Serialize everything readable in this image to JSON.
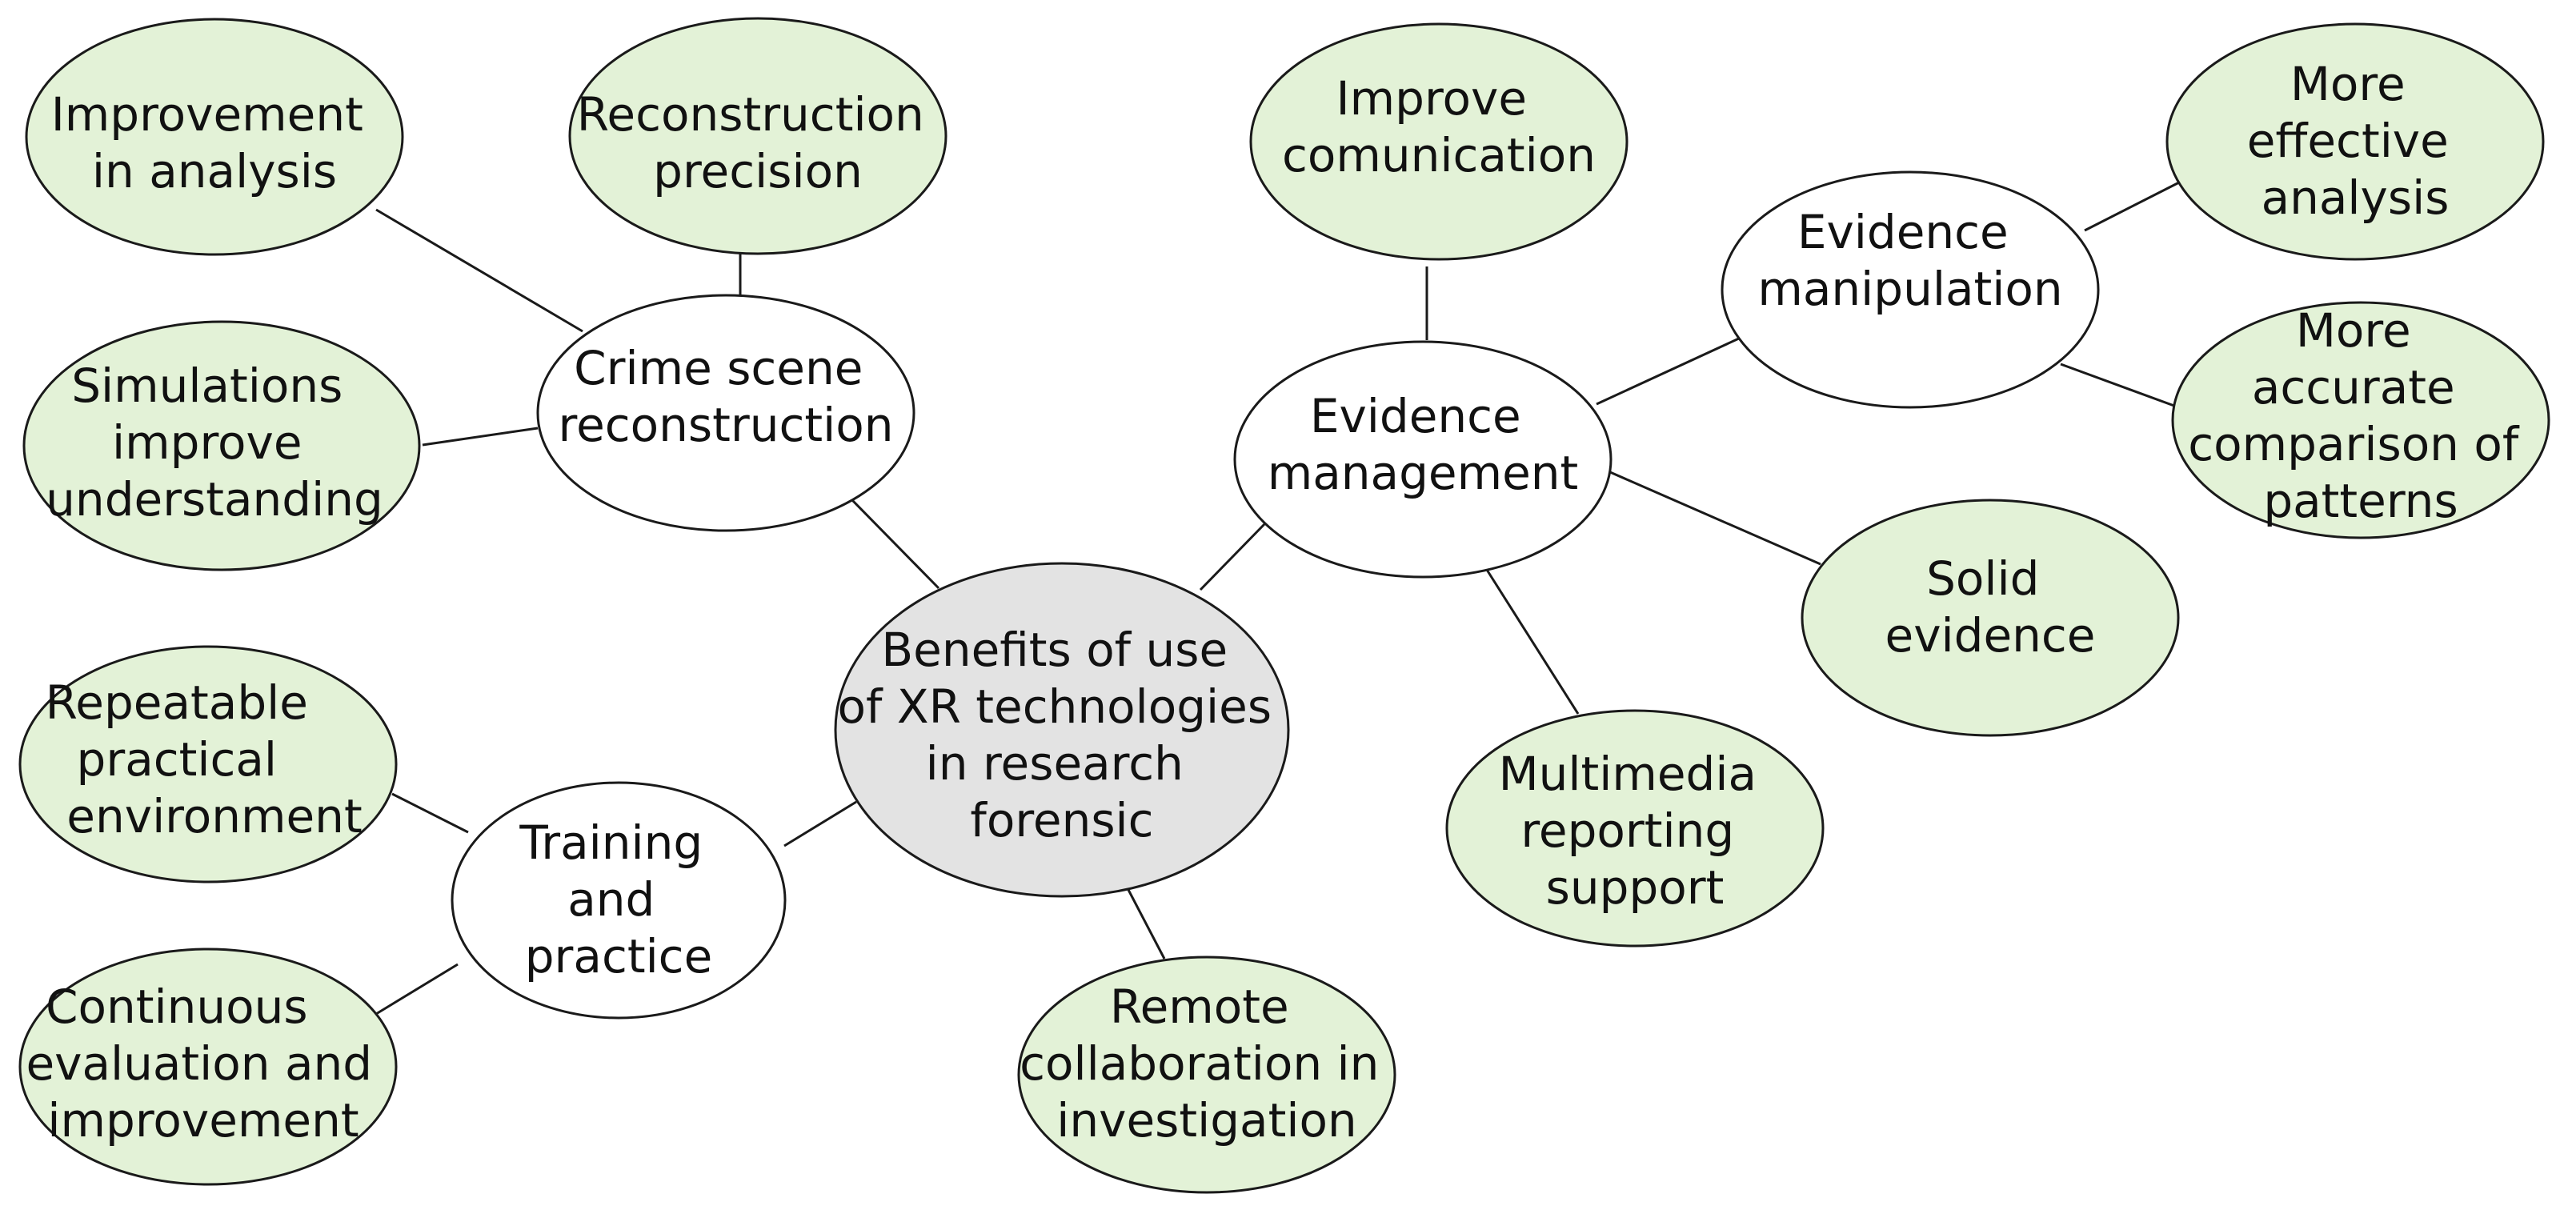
{
  "colors": {
    "central_fill": "#e3e3e3",
    "category_fill": "#ffffff",
    "leaf_fill": "#e3f2d7",
    "stroke": "#1a1a1a",
    "text": "#111111"
  },
  "central": {
    "lines": [
      "Benefits of use",
      "of XR technologies",
      "in research",
      "forensic"
    ]
  },
  "categories": {
    "crime_scene": {
      "lines": [
        "Crime scene",
        "reconstruction"
      ]
    },
    "training": {
      "lines": [
        "Training",
        "and",
        "practice"
      ]
    },
    "evidence_management": {
      "lines": [
        "Evidence",
        "management"
      ]
    },
    "evidence_manipulation": {
      "lines": [
        "Evidence",
        "manipulation"
      ]
    }
  },
  "leaves": {
    "improvement_analysis": {
      "lines": [
        "Improvement",
        "in analysis"
      ]
    },
    "reconstruction_precision": {
      "lines": [
        "Reconstruction",
        "precision"
      ]
    },
    "simulations": {
      "lines": [
        "Simulations",
        "improve",
        "understanding"
      ]
    },
    "repeatable": {
      "lines": [
        "Repeatable",
        "practical",
        "environment"
      ]
    },
    "continuous": {
      "lines": [
        "Continuous",
        "evaluation and",
        "improvement"
      ]
    },
    "remote": {
      "lines": [
        "Remote",
        "collaboration in",
        "investigation"
      ]
    },
    "improve_communication": {
      "lines": [
        "Improve",
        "comunication"
      ]
    },
    "more_effective": {
      "lines": [
        "More",
        "effective",
        "analysis"
      ]
    },
    "more_accurate": {
      "lines": [
        "More",
        "accurate",
        "comparison of",
        "patterns"
      ]
    },
    "solid_evidence": {
      "lines": [
        "Solid",
        "evidence"
      ]
    },
    "multimedia": {
      "lines": [
        "Multimedia",
        "reporting",
        "support"
      ]
    }
  }
}
